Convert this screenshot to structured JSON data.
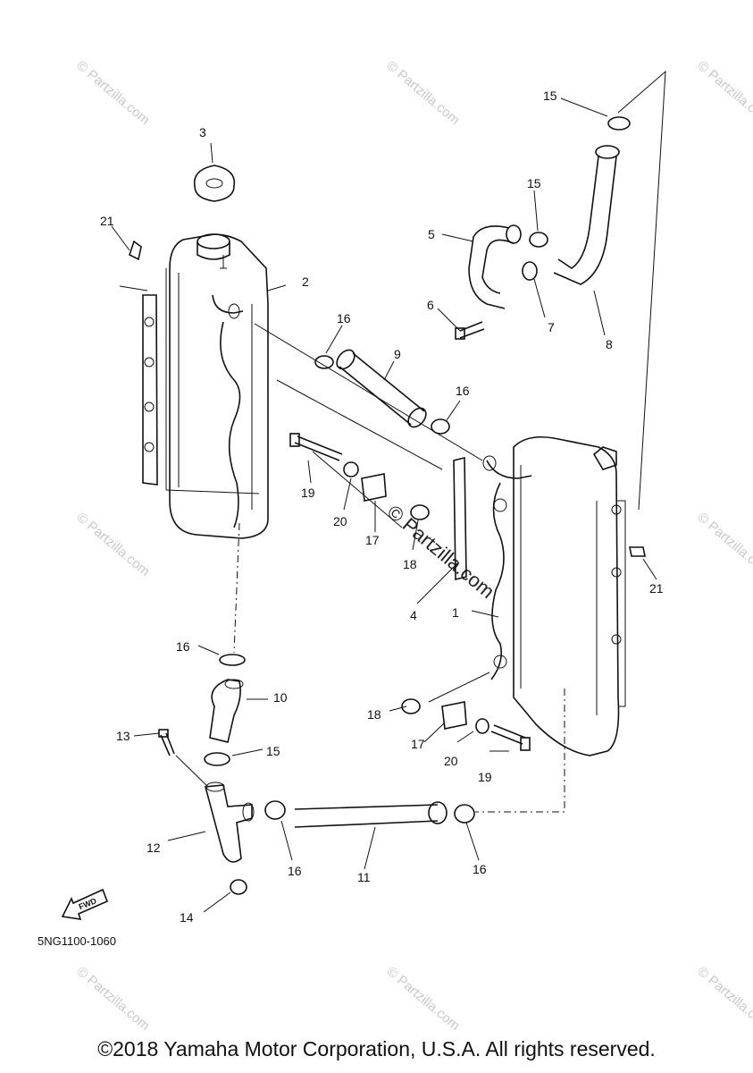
{
  "diagram_code": "5NG1100-1060",
  "fwd_label": "FWD",
  "copyright": "©2018 Yamaha Motor Corporation, U.S.A. All rights reserved.",
  "watermark": {
    "text": "© Partzilla.com",
    "center_text": "© Partzilla.com"
  },
  "callouts": {
    "c1": "1",
    "c2": "2",
    "c3": "3",
    "c4": "4",
    "c5": "5",
    "c6": "6",
    "c7": "7",
    "c8": "8",
    "c9": "9",
    "c10": "10",
    "c11": "11",
    "c12": "12",
    "c13": "13",
    "c14": "14",
    "c15a": "15",
    "c15b": "15",
    "c15c": "15",
    "c16a": "16",
    "c16b": "16",
    "c16c": "16",
    "c16d": "16",
    "c16e": "16",
    "c17a": "17",
    "c17b": "17",
    "c18a": "18",
    "c18b": "18",
    "c19a": "19",
    "c19b": "19",
    "c20a": "20",
    "c20b": "20",
    "c21a": "21",
    "c21b": "21"
  }
}
